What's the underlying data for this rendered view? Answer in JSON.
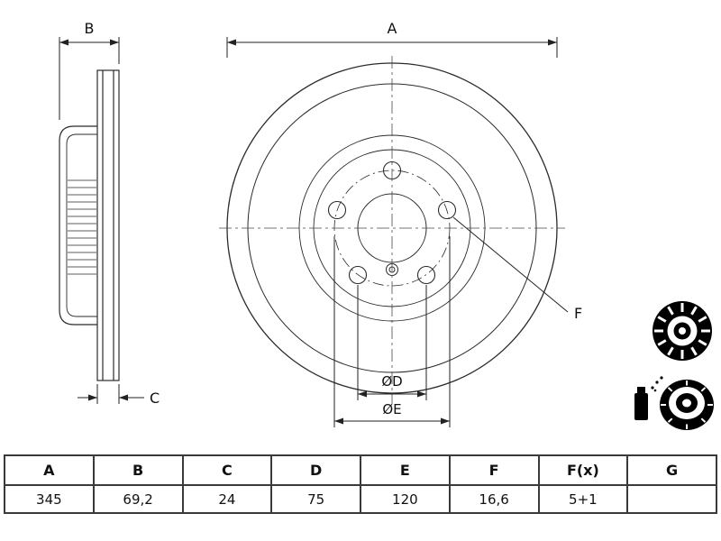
{
  "drawing": {
    "labels": {
      "a": "A",
      "b": "B",
      "c": "C",
      "f": "F",
      "d": "ØD",
      "e": "ØE"
    }
  },
  "table": {
    "headers": [
      "A",
      "B",
      "C",
      "D",
      "E",
      "F",
      "F(x)",
      "G"
    ],
    "values": [
      "345",
      "69,2",
      "24",
      "75",
      "120",
      "16,6",
      "5+1",
      ""
    ]
  },
  "icons": {
    "front": "disc-front-view-icon",
    "threed": "disc-3d-view-icon",
    "spray": "spray-can-icon"
  },
  "colors": {
    "line": "#2b2b2b",
    "text": "#111111",
    "table_border": "#3a3a3a"
  }
}
